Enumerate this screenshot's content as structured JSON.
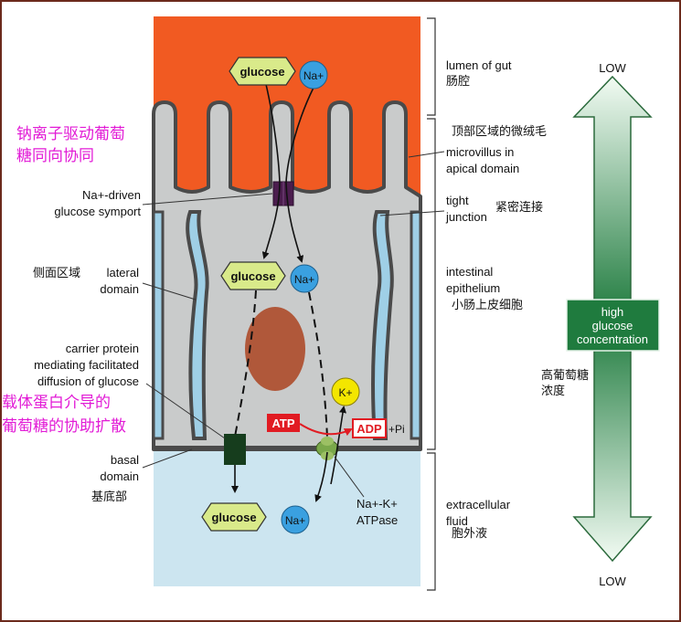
{
  "colors": {
    "lumen": "#f15a22",
    "cell": "#c9cbcb",
    "fluid": "#cce5f0",
    "membrane": "#4a4a4a",
    "lateral_space": "#9fcfe6",
    "nucleus": "#b0583a",
    "hexagon": "#d9ea8a",
    "sodium": "#3aa0e0",
    "potassium": "#f3e600",
    "atp": "#e11b22",
    "symport": "#4b1d4e",
    "carrier": "#163d1d",
    "pump": "#7aa84a",
    "arrow_green": "#2f8a50",
    "green_box": "#1f7b3e"
  },
  "molecules": {
    "glucose_top": "glucose",
    "na_top": "Na+",
    "glucose_mid": "glucose",
    "na_mid": "Na+",
    "glucose_bottom": "glucose",
    "na_bottom": "Na+",
    "k": "K+",
    "atp": "ATP",
    "adp": "ADP",
    "pi": "+Pi"
  },
  "labels": {
    "lumen_of_gut": "lumen of gut",
    "lumen_cn": "肠腔",
    "microvillus_cn": "顶部区域的微绒毛",
    "microvillus_1": "microvillus in",
    "microvillus_2": "apical domain",
    "tight_1": "tight",
    "tight_2": "junction",
    "tight_cn": "紧密连接",
    "symport_cn_1": "钠离子驱动葡萄",
    "symport_cn_2": "糖同向协同",
    "symport_1": "Na+-driven",
    "symport_2": "glucose symport",
    "lateral_cn": "侧面区域",
    "lateral_1": "lateral",
    "lateral_2": "domain",
    "epithelium_1": "intestinal",
    "epithelium_2": "epithelium",
    "epithelium_cn": "小肠上皮细胞",
    "carrier_1": "carrier protein",
    "carrier_2": "mediating facilitated",
    "carrier_3": "diffusion of glucose",
    "carrier_cn_1": "载体蛋白介导的",
    "carrier_cn_2": "葡萄糖的协助扩散",
    "basal_1": "basal",
    "basal_2": "domain",
    "basal_cn": "基底部",
    "pump_1": "Na+-K+",
    "pump_2": "ATPase",
    "fluid_1": "extracellular",
    "fluid_2": "fluid",
    "fluid_cn": "胞外液",
    "conc_cn_1": "高葡萄糖",
    "conc_cn_2": "浓度"
  },
  "gradient": {
    "top": "LOW",
    "bottom": "LOW",
    "box_1": "high",
    "box_2": "glucose",
    "box_3": "concentration"
  }
}
